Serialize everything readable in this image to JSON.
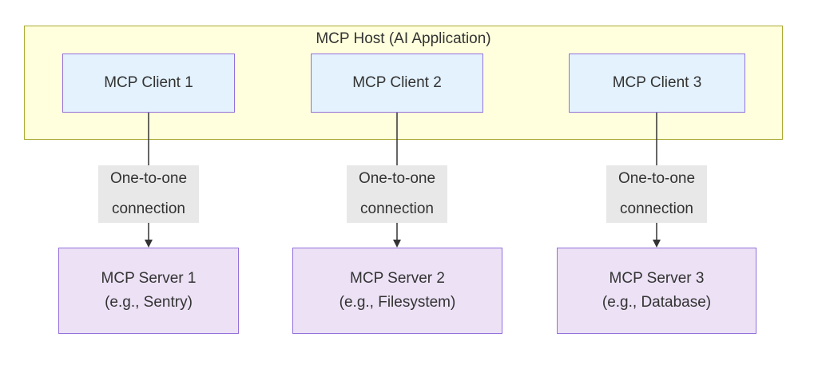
{
  "host": {
    "title": "MCP Host (AI Application)"
  },
  "clients": [
    {
      "label": "MCP Client 1"
    },
    {
      "label": "MCP Client 2"
    },
    {
      "label": "MCP Client 3"
    }
  ],
  "edges": [
    {
      "line1": "One-to-one",
      "line2": "connection"
    },
    {
      "line1": "One-to-one",
      "line2": "connection"
    },
    {
      "line1": "One-to-one",
      "line2": "connection"
    }
  ],
  "servers": [
    {
      "line1": "MCP Server 1",
      "line2": "(e.g., Sentry)"
    },
    {
      "line1": "MCP Server 2",
      "line2": "(e.g., Filesystem)"
    },
    {
      "line1": "MCP Server 3",
      "line2": "(e.g., Database)"
    }
  ],
  "colors": {
    "host_fill": "#ffffde",
    "host_border": "#aaaa33",
    "client_fill": "#e3f2fd",
    "server_fill": "#ece1f5",
    "node_border": "#9370db",
    "edge_label_bg": "#e8e8e8",
    "arrow": "#333333"
  }
}
